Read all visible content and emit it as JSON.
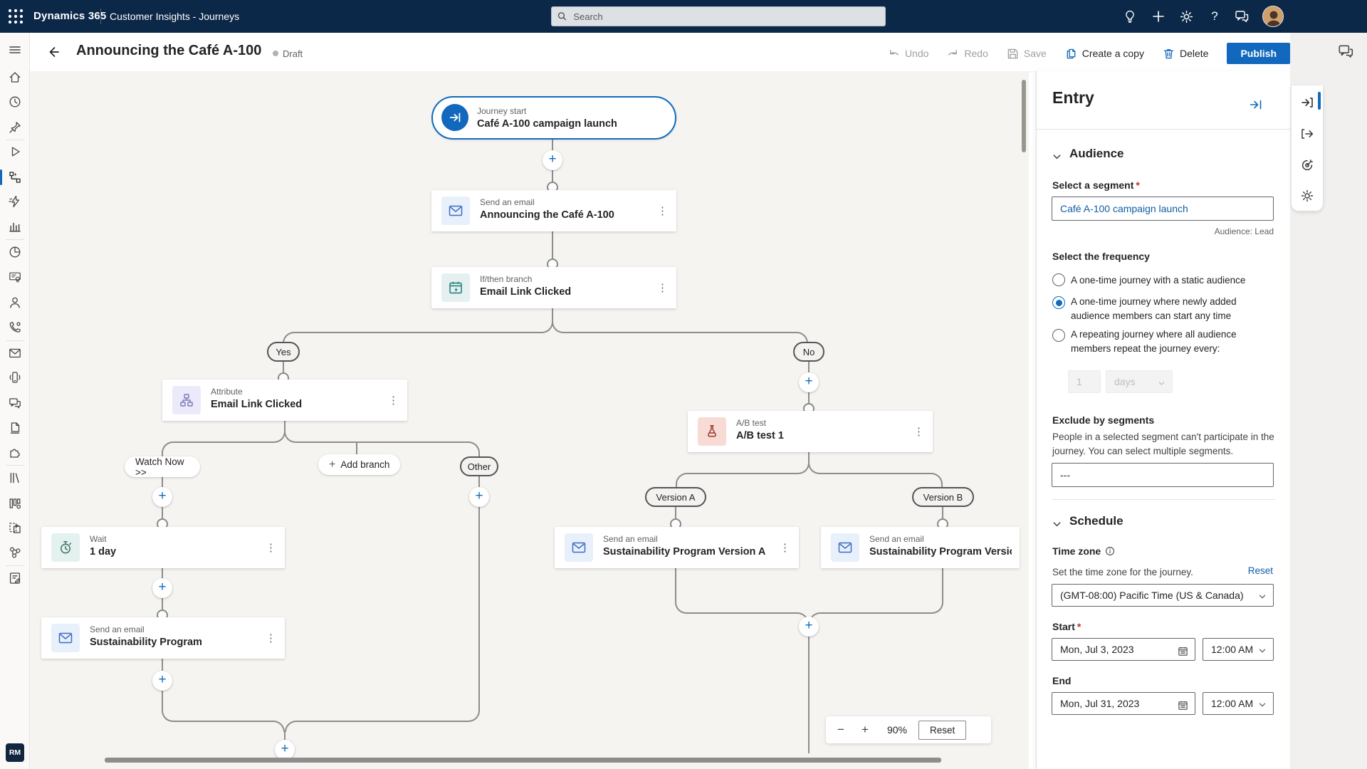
{
  "topnav": {
    "brand": "Dynamics 365",
    "app": "Customer Insights - Journeys",
    "search_placeholder": "Search"
  },
  "commandbar": {
    "title": "Announcing the Café A-100",
    "status": "Draft",
    "undo": "Undo",
    "redo": "Redo",
    "save": "Save",
    "create_copy": "Create a copy",
    "delete": "Delete",
    "publish": "Publish"
  },
  "canvas": {
    "nodes": {
      "start": {
        "label": "Journey start",
        "title": "Café A-100 campaign launch"
      },
      "email1": {
        "label": "Send an email",
        "title": "Announcing the Café A-100"
      },
      "ifthen": {
        "label": "If/then branch",
        "title": "Email Link Clicked"
      },
      "attribute": {
        "label": "Attribute",
        "title": "Email Link Clicked"
      },
      "wait": {
        "label": "Wait",
        "title": "1 day"
      },
      "email2": {
        "label": "Send an email",
        "title": "Sustainability Program"
      },
      "abtest": {
        "label": "A/B test",
        "title": "A/B test 1"
      },
      "email3": {
        "label": "Send an email",
        "title": "Sustainability Program Version A"
      },
      "email4": {
        "label": "Send an email",
        "title": "Sustainability Program Version B"
      }
    },
    "pills": {
      "yes": "Yes",
      "no": "No",
      "watch": "Watch Now >>",
      "add_branch": "Add branch",
      "other": "Other",
      "version_a": "Version A",
      "version_b": "Version B"
    },
    "zoom": {
      "level": "90%",
      "reset": "Reset"
    },
    "badge": "RM"
  },
  "panel": {
    "title": "Entry",
    "audience": {
      "header": "Audience",
      "segment_label": "Select a segment",
      "required_mark": "*",
      "segment_value": "Café A-100 campaign launch",
      "audience_note": "Audience: Lead",
      "frequency_label": "Select the frequency",
      "options": [
        "A one-time journey with a static audience",
        "A one-time journey where newly added audience members can start any time",
        "A repeating journey where all audience members repeat the journey every:"
      ],
      "repeat_value": "1",
      "repeat_unit": "days",
      "exclude_label": "Exclude by segments",
      "exclude_desc": "People in a selected segment can't participate in the journey. You can select multiple segments.",
      "exclude_value": "---"
    },
    "schedule": {
      "header": "Schedule",
      "timezone_label": "Time zone",
      "timezone_desc": "Set the time zone for the journey.",
      "reset_link": "Reset",
      "timezone_value": "(GMT-08:00) Pacific Time (US & Canada)",
      "start_label": "Start",
      "end_label": "End",
      "start_date": "Mon, Jul 3, 2023",
      "start_time": "12:00 AM",
      "end_date": "Mon, Jul 31, 2023",
      "end_time": "12:00 AM"
    }
  },
  "colors": {
    "accent": "#0f6cbd",
    "topnav_bg": "#0c2848",
    "link": "#115ea3"
  }
}
